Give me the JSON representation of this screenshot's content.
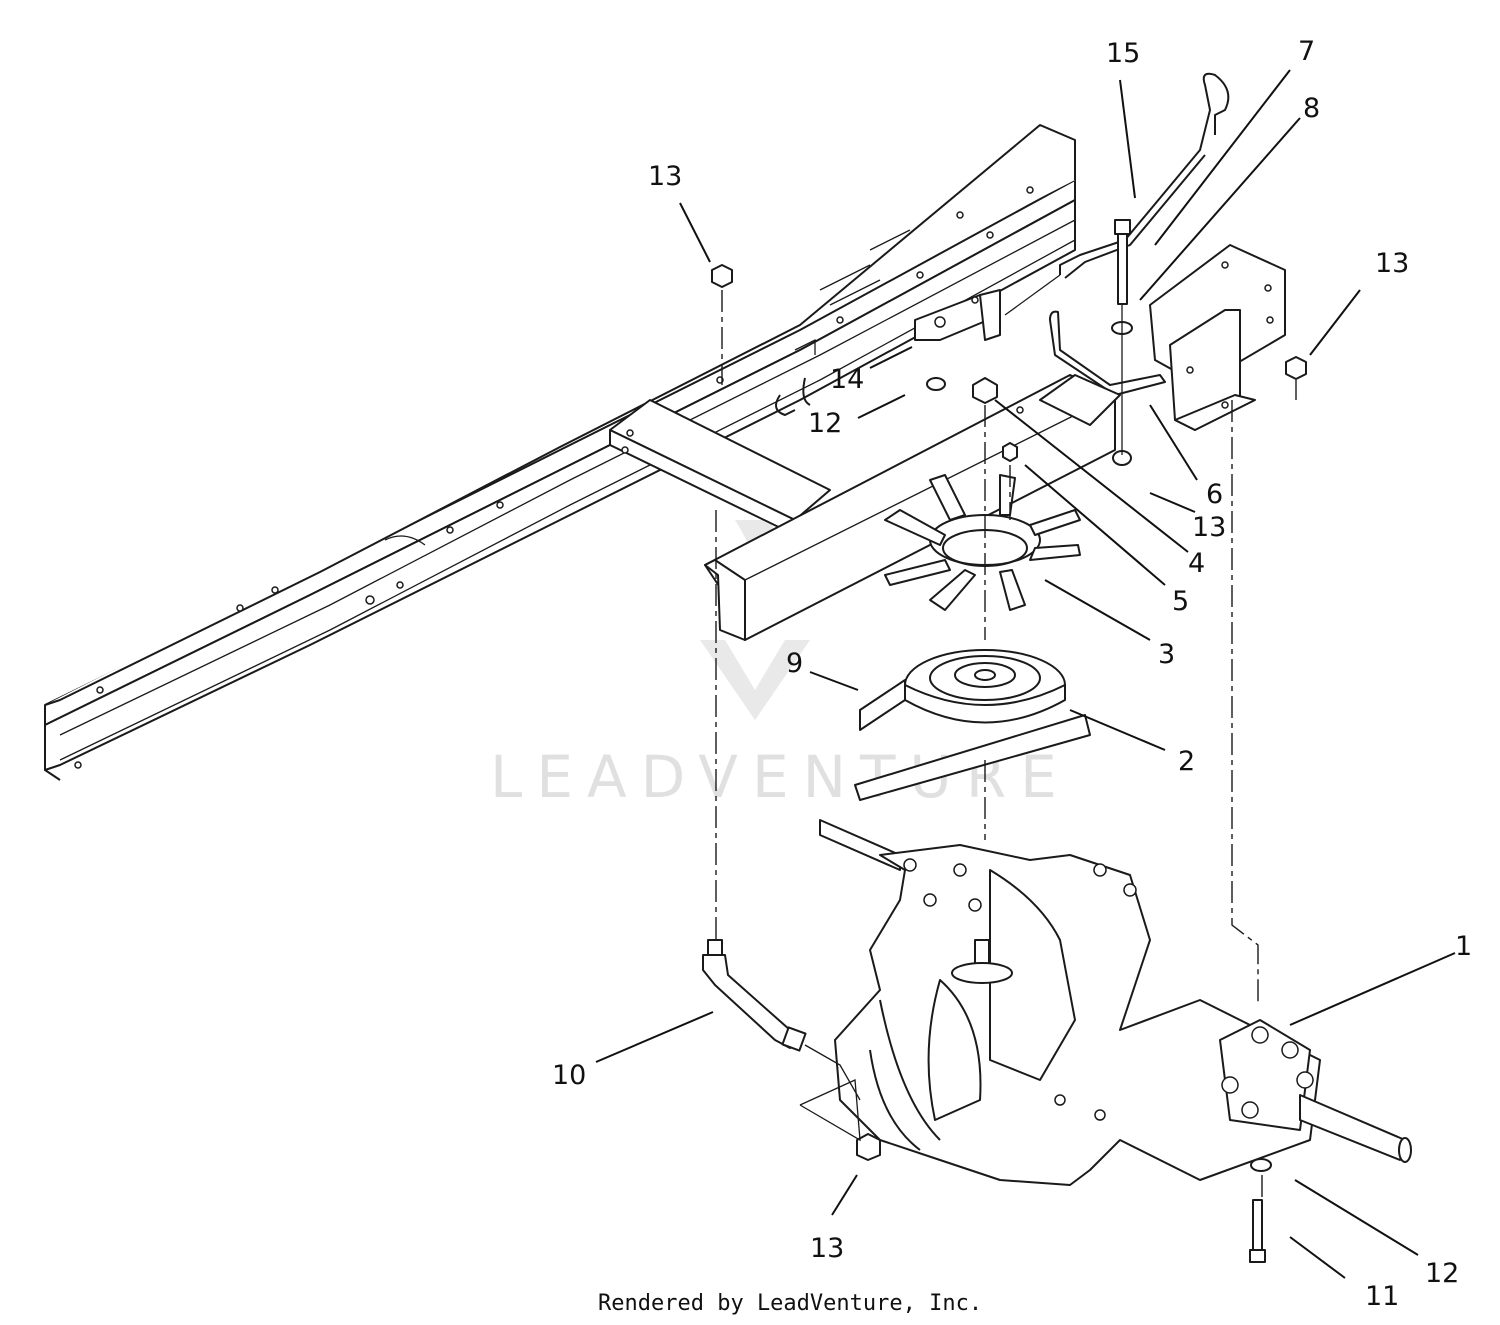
{
  "diagram": {
    "watermark": "LEADVENTURE",
    "credit": "Rendered by LeadVenture, Inc.",
    "callouts": [
      {
        "id": "15",
        "text": "15"
      },
      {
        "id": "7",
        "text": "7"
      },
      {
        "id": "8",
        "text": "8"
      },
      {
        "id": "13a",
        "text": "13"
      },
      {
        "id": "13b",
        "text": "13"
      },
      {
        "id": "14",
        "text": "14"
      },
      {
        "id": "12a",
        "text": "12"
      },
      {
        "id": "6",
        "text": "6"
      },
      {
        "id": "13c",
        "text": "13"
      },
      {
        "id": "4",
        "text": "4"
      },
      {
        "id": "5",
        "text": "5"
      },
      {
        "id": "3",
        "text": "3"
      },
      {
        "id": "9",
        "text": "9"
      },
      {
        "id": "2",
        "text": "2"
      },
      {
        "id": "1",
        "text": "1"
      },
      {
        "id": "10",
        "text": "10"
      },
      {
        "id": "13d",
        "text": "13"
      },
      {
        "id": "12b",
        "text": "12"
      },
      {
        "id": "11",
        "text": "11"
      }
    ]
  }
}
